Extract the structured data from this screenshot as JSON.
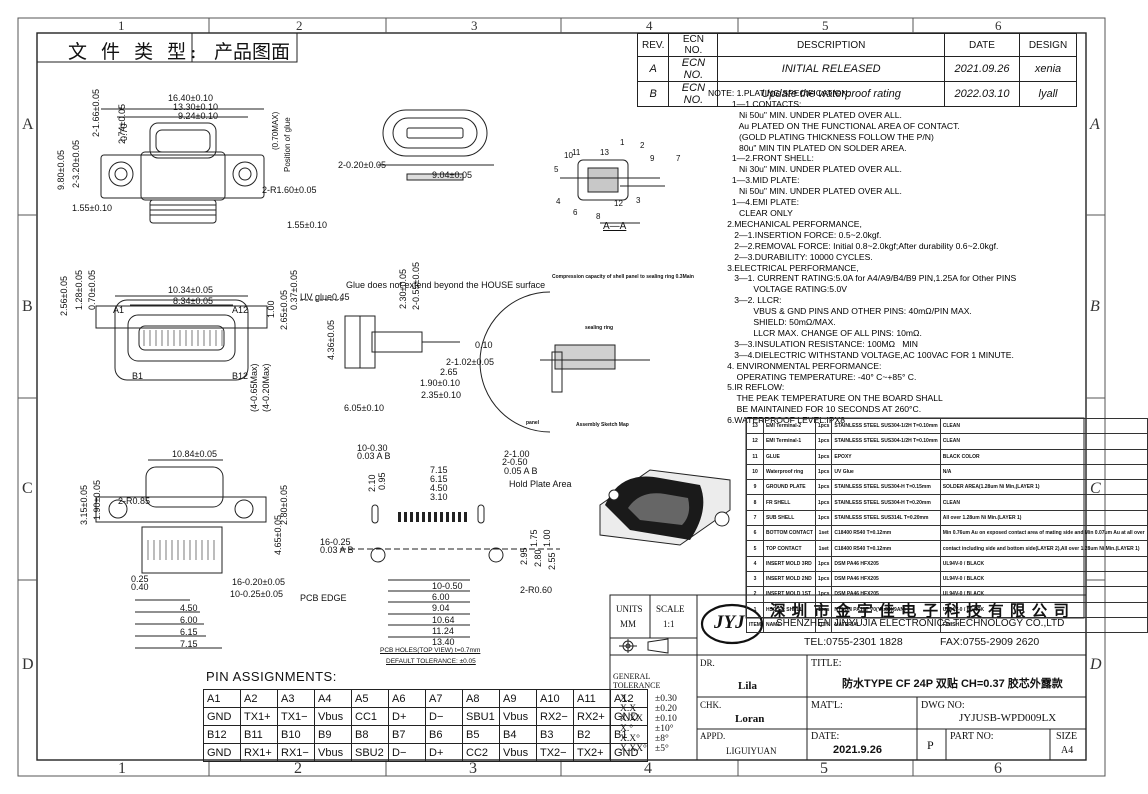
{
  "doc_type_label": "文 件 类 型:",
  "doc_type_value": "产品图面",
  "zones_top": [
    "1",
    "2",
    "3",
    "4",
    "5",
    "6"
  ],
  "zones_bottom": [
    "1",
    "2",
    "3",
    "4",
    "5",
    "6"
  ],
  "zones_left": [
    "A",
    "B",
    "C",
    "D"
  ],
  "zones_right": [
    "A",
    "B",
    "C",
    "D"
  ],
  "revision": {
    "headers": [
      "REV.",
      "ECN NO.",
      "DESCRIPTION",
      "DATE",
      "DESIGN"
    ],
    "rows": [
      [
        "A",
        "ECN NO.",
        "INITIAL RELEASED",
        "2021.09.26",
        "xenia"
      ],
      [
        "B",
        "ECN NO.",
        "Update the waterproof rating",
        "2022.03.10",
        "lyall"
      ]
    ]
  },
  "notes": [
    "NOTE: 1.PLATING SPECIFICATION:",
    "          1—1.CONTACTS:",
    "             Ni 50u\" MIN. UNDER PLATED OVER ALL.",
    "             Au PLATED ON THE FUNCTIONAL AREA OF CONTACT.",
    "             (GOLD PLATING THICKNESS FOLLOW THE P/N)",
    "             80u\" MIN TIN PLATED ON SOLDER AREA.",
    "          1—2.FRONT SHELL:",
    "             Ni 30u\" MIN. UNDER PLATED OVER ALL.",
    "          1—3.MID PLATE:",
    "             Ni 50u\" MIN. UNDER PLATED OVER ALL.",
    "          1—4.EMI PLATE:",
    "             CLEAR ONLY",
    "        2.MECHANICAL PERFORMANCE,",
    "           2—1.INSERTION FORCE: 0.5~2.0kgf.",
    "           2—2.REMOVAL FORCE: Initial 0.8~2.0kgf;After durability 0.6~2.0kgf.",
    "           2—3.DURABILITY: 10000 CYCLES.",
    "        3.ELECTRICAL PERFORMANCE,",
    "           3—1. CURRENT RATING:5.0A for A4/A9/B4/B9 PIN,1.25A for Other PINS",
    "                   VOLTAGE RATING:5.0V",
    "           3—2. LLCR:",
    "                   VBUS & GND PINS AND OTHER PINS: 40mΩ/PIN MAX.",
    "                   SHIELD: 50mΩ/MAX.",
    "                   LLCR MAX. CHANGE OF ALL PINS: 10mΩ.",
    "           3—3.INSULATION RESISTANCE: 100MΩ   MIN",
    "           3—4.DIELECTRIC WITHSTAND VOLTAGE,AC 100VAC FOR 1 MINUTE.",
    "        4. ENVIRONMENTAL PERFORMANCE:",
    "            OPERATING TEMPERATURE: -40° C~+85° C.",
    "        5.IR REFLOW:",
    "            THE PEAK TEMPERATURE ON THE BOARD SHALL",
    "            BE MAINTAINED FOR 10 SECONDS AT 260°C.",
    "        6.WATERPROOF LEVEL:IPX8"
  ],
  "bom": {
    "rows": [
      [
        "13",
        "EMI Terminal-2",
        "1pcs",
        "STAINLESS STEEL SUS304-1/2H T=0.10mm",
        "CLEAN"
      ],
      [
        "12",
        "EMI Terminal-1",
        "1pcs",
        "STAINLESS STEEL SUS304-1/2H T=0.10mm",
        "CLEAN"
      ],
      [
        "11",
        "GLUE",
        "1pcs",
        "EPOXY",
        "BLACK COLOR"
      ],
      [
        "10",
        "Waterproof ring",
        "1pcs",
        "UV Glue",
        "N/A"
      ],
      [
        "9",
        "GROUND PLATE",
        "1pcs",
        "STAINLESS STEEL SUS304-H T=0.15mm",
        "SOLDER AREA(1.28um Ni Min,(LAYER 1)"
      ],
      [
        "8",
        "FR SHELL",
        "1pcs",
        "STAINLESS STEEL SUS304-H T=0.20mm",
        "CLEAN"
      ],
      [
        "7",
        "SUB SHELL",
        "1pcs",
        "STAINLESS STEEL SUS314L T=0.20mm",
        "All over 1.28um Ni Min.(LAYER 1)"
      ],
      [
        "6",
        "BOTTOM CONTACT",
        "1set",
        "C18400 R540 T=0.12mm",
        "Min 0.76um Au on exposed contact area of mating side and Min 0.07um Au at all over"
      ],
      [
        "5",
        "TOP CONTACT",
        "1set",
        "C18400 R540 T=0.12mm",
        "contact including side and bottom side(LAYER 2),All over 1.28um Ni Min.(LAYER 1)"
      ],
      [
        "4",
        "INSERT MOLD 3RD",
        "1pcs",
        "DSM PA46 HFX205",
        "UL94V-0 / BLACK"
      ],
      [
        "3",
        "INSERT MOLD 2ND",
        "1pcs",
        "DSM PA46 HFX205",
        "UL94V-0 / BLACK"
      ],
      [
        "2",
        "INSERT MOLD 1ST",
        "1pcs",
        "DSM PA46 HFX205",
        "UL94V-0 / BLACK"
      ],
      [
        "1",
        "HSG FR SHELL",
        "1pcs",
        "NYLON PA10T V0(Y1.84)(9AN)",
        "UL94V-0 / BLACK"
      ],
      [
        "ITEM",
        "NAME",
        "QTY",
        "MATERIAL",
        "FINISH"
      ]
    ]
  },
  "pins": {
    "title": "PIN ASSIGNMENTS:",
    "rows": [
      [
        "A1",
        "A2",
        "A3",
        "A4",
        "A5",
        "A6",
        "A7",
        "A8",
        "A9",
        "A10",
        "A11",
        "A12"
      ],
      [
        "GND",
        "TX1+",
        "TX1−",
        "Vbus",
        "CC1",
        "D+",
        "D−",
        "SBU1",
        "Vbus",
        "RX2−",
        "RX2+",
        "GND"
      ],
      [
        "B12",
        "B11",
        "B10",
        "B9",
        "B8",
        "B7",
        "B6",
        "B5",
        "B4",
        "B3",
        "B2",
        "B1"
      ],
      [
        "GND",
        "RX1+",
        "RX1−",
        "Vbus",
        "SBU2",
        "D−",
        "D+",
        "CC2",
        "Vbus",
        "TX2−",
        "TX2+",
        "GND"
      ]
    ]
  },
  "title_block": {
    "units_label": "UNITS",
    "units_value": "MM",
    "scale_label": "SCALE",
    "scale_value": "1:1",
    "company_cn": "深 圳 市 金 宇 佳 电 子 科 技 有 限 公 司",
    "company_en": "SHENZHEN JINYUJIA ELECTRONICS TECHNOLOGY CO.,LTD",
    "tel": "TEL:0755-2301 1828",
    "fax": "FAX:0755-2909 2620",
    "logo_text": "JYJ",
    "general_tolerance_label": "GENERAL TOLERANCE",
    "tolerances": [
      [
        "X.",
        "±0.30"
      ],
      [
        "X.X",
        "±0.20"
      ],
      [
        "X.XX",
        "±0.10"
      ],
      [
        "X.°",
        "±10°"
      ],
      [
        "X.X°",
        "±8°"
      ],
      [
        "X.XX°",
        "±5°"
      ]
    ],
    "dr_label": "DR.",
    "dr_name": "Lila",
    "chk_label": "CHK.",
    "chk_name": "Loran",
    "appd_label": "APPD.",
    "appd_name": "LIGUIYUAN",
    "title_label": "TITLE:",
    "title_value": "防水TYPE CF 24P 双贴 CH=0.37 胶芯外露款",
    "matl_label": "MAT'L:",
    "dwg_label": "DWG NO:",
    "dwg_value": "JYJUSB-WPD009LX",
    "date_label": "DATE:",
    "date_value": "2021.9.26",
    "sheet_letter": "P",
    "part_label": "PART NO:",
    "size_label": "SIZE",
    "size_value": "A4"
  },
  "drawing_labels": {
    "dims_top": [
      "16.40±0.10",
      "13.30±0.10",
      "9.24±0.10",
      "2-1.66±0.05",
      "0.70",
      "(0.70MAX)",
      "Position of glue",
      "2-0.20±0.05",
      "9.04±0.05",
      "9.80±0.05",
      "2-3.20±0.05",
      "2-R1.60±0.05",
      "1.55±0.10",
      "1.55±0.10",
      "2.74±0.05"
    ],
    "section_label": "A—A",
    "callouts": [
      "1",
      "2",
      "3",
      "4",
      "5",
      "6",
      "7",
      "8",
      "9",
      "10",
      "11",
      "12",
      "13"
    ],
    "dims_mid": [
      "10.34±0.05",
      "8.34±0.05",
      "A1",
      "B1",
      "B12",
      "A12",
      "2.56±0.05",
      "1.28±0.05",
      "0.70±0.05",
      "2.65±0.05",
      "(4-0.65Max)",
      "(4-0.20Max)",
      "1.00",
      "0.37±0.05",
      "Glue does not extend beyond the HOUSE surface",
      "UV glue0.45",
      "4.36±0.05",
      "2.30±0.05",
      "2-0.55±0.05",
      "2-1.02±0.05",
      "2.65",
      "1.90±0.10",
      "2.35±0.10",
      "6.05±0.10",
      "0.10"
    ],
    "compression_note": "Compression capacity of shell panel to sealing ring 0.3Main",
    "sealing_ring": "sealing ring",
    "panel": "panel",
    "assembly": "Assembly Sketch Map",
    "dims_bot": [
      "10.84±0.05",
      "2-R0.85",
      "3.15±0.05",
      "1.90±0.05",
      "2.80±0.05",
      "4.65±0.05",
      "0.25",
      "0.40",
      "16-0.20±0.05",
      "10-0.25±0.05",
      "4.50",
      "6.00",
      "6.15",
      "7.15",
      "10-0.30",
      "0.03 A B",
      "2-1.00",
      "2-0.50",
      "0.05 A B",
      "16-0.25",
      "0.03 A B",
      "7.15",
      "6.15",
      "4.50",
      "3.10",
      "2.10",
      "0.95",
      "1.75",
      "1.00",
      "2.95",
      "2.80",
      "2.55",
      "10-0.50",
      "6.00",
      "9.04",
      "10.64",
      "11.24",
      "13.40",
      "PCB EDGE",
      "Hold Plate Area",
      "2-R0.60"
    ],
    "pcb_note": "PCB HOLES(TOP VIEW) t=0.7mm",
    "default_tol": "DEFAULT TOLERANCE: ±0.05"
  }
}
